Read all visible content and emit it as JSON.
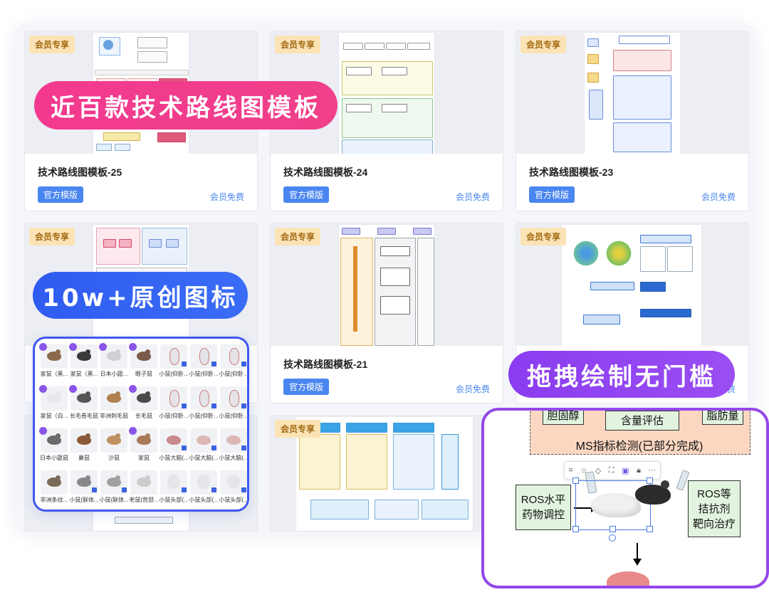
{
  "cards": [
    {
      "title": "技术路线图模板-25",
      "official": "官方模版",
      "free": "会员免费",
      "member_badge": "会员专享"
    },
    {
      "title": "技术路线图模板-24",
      "official": "官方模版",
      "free": "会员免费",
      "member_badge": "会员专享"
    },
    {
      "title": "技术路线图模板-23",
      "official": "官方模版",
      "free": "会员免费",
      "member_badge": "会员专享"
    },
    {
      "title": "",
      "official": "",
      "free": "",
      "member_badge": "会员专享"
    },
    {
      "title": "技术路线图模板-21",
      "official": "官方模版",
      "free": "会员免费",
      "member_badge": "会员专享"
    },
    {
      "title": "",
      "official": "",
      "free": "会员免费",
      "member_badge": "会员专享"
    },
    {
      "member_badge": "会员专享"
    }
  ],
  "promo": {
    "templates": "近百款技术路线图模板",
    "icons": "10w+原创图标",
    "drag": "拖拽绘制无门槛"
  },
  "icon_labels": [
    "家鼠（黑...",
    "家鼠（黑...",
    "日本小鼯...",
    "眼子鼠",
    "小鼠(仰卧...",
    "小鼠(仰卧...",
    "小鼠(仰卧...",
    "家鼠（白...",
    "长毛卷毛鼠",
    "非洲刺毛鼠",
    "长毛鼠",
    "小鼠(仰卧...",
    "小鼠(仰卧...",
    "小鼠(仰卧...",
    "日本小鼯鼠",
    "巢鼠",
    "沙鼠",
    "家鼠",
    "小鼠大脑(...",
    "小鼠大脑(...",
    "小鼠大脑(...",
    "非洲条纹...",
    "小鼠(联体...",
    "小鼠(联体...",
    "老鼠(背部...",
    "小鼠头部(...",
    "小鼠头部(...",
    "小鼠头部(..."
  ],
  "diagram": {
    "top_left": "胆固醇",
    "top_mid": "含量评估",
    "top_right": "脂肪量",
    "ms_label": "MS指标检测(已部分完成)",
    "left_box": "ROS水平\n药物调控",
    "right_box": "ROS等\n拮抗剂\n靶向治疗",
    "toolbar_more": "···"
  },
  "colors": {
    "pink_pill": "#f2398f",
    "blue_pill": "#2f5cf0",
    "purple_pill": "#8a3cf0",
    "official_blue": "#4a86ef",
    "member_gold": "#fbe3b6"
  }
}
